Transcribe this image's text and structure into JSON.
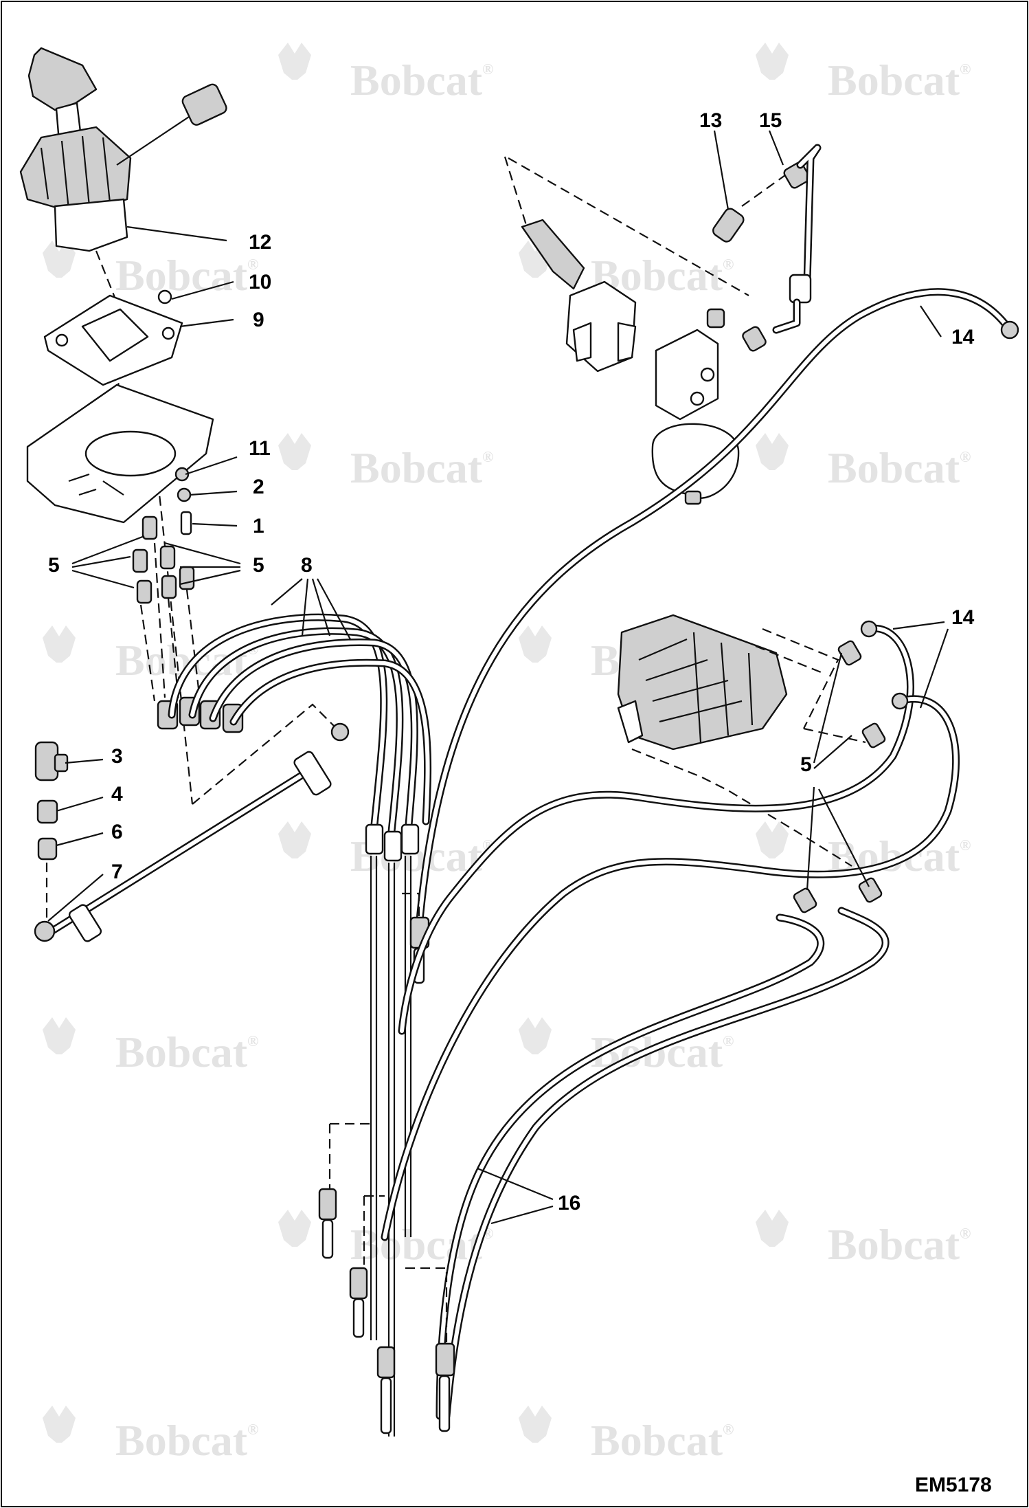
{
  "watermark": {
    "brand": "Bobcat",
    "mark": "®"
  },
  "figure_code": "EM5178",
  "callouts": {
    "c1": "1",
    "c2": "2",
    "c3": "3",
    "c4": "4",
    "c5": "5",
    "c6": "6",
    "c7": "7",
    "c8": "8",
    "c9": "9",
    "c10": "10",
    "c11": "11",
    "c12": "12",
    "c13": "13",
    "c14": "14",
    "c15": "15",
    "c16": "16"
  }
}
